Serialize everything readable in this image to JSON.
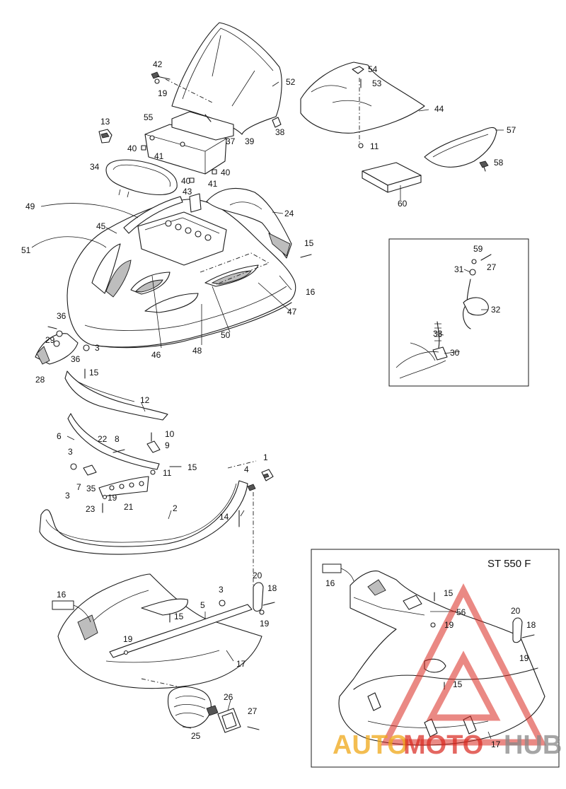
{
  "inset_title": "ST 550 F",
  "watermark": {
    "part1": "AUTO",
    "part2": "MOTO",
    "part3": "HUB"
  },
  "colors": {
    "line": "#1a1a1a",
    "watermark_red": "#d9281f",
    "watermark_orange": "#f0a818",
    "watermark_gray": "#888888"
  },
  "callouts": {
    "c1": "1",
    "c2": "2",
    "c3a": "3",
    "c3b": "3",
    "c3c": "3",
    "c3d": "3",
    "c4": "4",
    "c5": "5",
    "c6": "6",
    "c7": "7",
    "c8": "8",
    "c9": "9",
    "c10": "10",
    "c11a": "11",
    "c11b": "11",
    "c12": "12",
    "c13": "13",
    "c14": "14",
    "c15a": "15",
    "c15b": "15",
    "c15c": "15",
    "c15d": "15",
    "c15e": "15",
    "c15f": "15",
    "c16a": "16",
    "c16b": "16",
    "c16c": "16",
    "c17a": "17",
    "c17b": "17",
    "c18a": "18",
    "c18b": "18",
    "c19a": "19",
    "c19b": "19",
    "c19c": "19",
    "c19d": "19",
    "c19e": "19",
    "c19f": "19",
    "c20a": "20",
    "c20b": "20",
    "c21": "21",
    "c22": "22",
    "c23": "23",
    "c24": "24",
    "c25": "25",
    "c26": "26",
    "c27a": "27",
    "c27b": "27",
    "c28": "28",
    "c29": "29",
    "c30": "30",
    "c31": "31",
    "c32": "32",
    "c33": "33",
    "c34": "34",
    "c35": "35",
    "c36a": "36",
    "c36b": "36",
    "c37": "37",
    "c38": "38",
    "c39": "39",
    "c40a": "40",
    "c40b": "40",
    "c40c": "40",
    "c41a": "41",
    "c41b": "41",
    "c42": "42",
    "c43": "43",
    "c44": "44",
    "c45": "45",
    "c46": "46",
    "c47": "47",
    "c48": "48",
    "c49": "49",
    "c50": "50",
    "c51": "51",
    "c52": "52",
    "c53": "53",
    "c54": "54",
    "c55": "55",
    "c56": "56",
    "c57": "57",
    "c58": "58",
    "c59": "59",
    "c60": "60"
  }
}
